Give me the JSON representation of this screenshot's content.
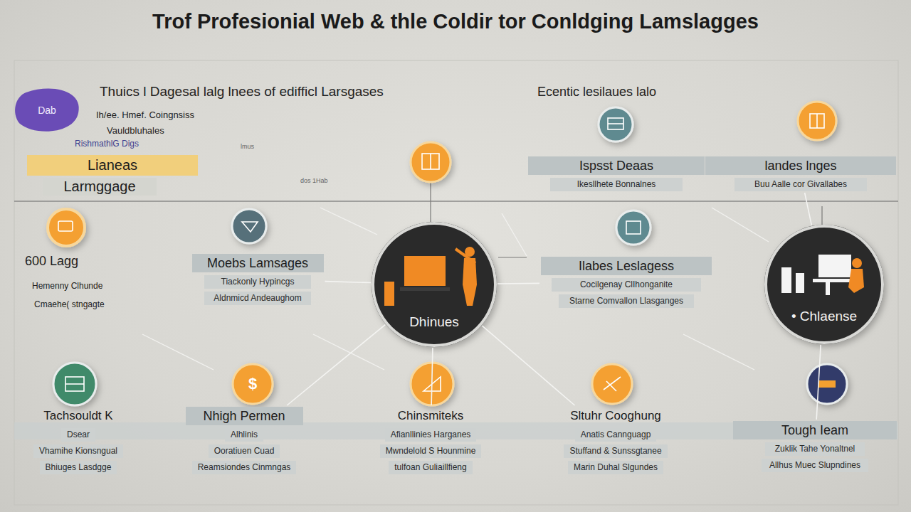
{
  "diagram": {
    "title": "Trof Profesionial Web & thle Coldir tor Conldging Lamslagges",
    "nodes": [
      {
        "text": [
          "Dab"
        ]
      },
      {
        "text": [
          "Lianeas"
        ]
      },
      {
        "text": [
          "Larmggage"
        ]
      },
      {
        "text": [
          "Ispsst Deaas",
          "Ikesllhete Bonnalnes"
        ]
      },
      {
        "text": [
          "landes lnges",
          "Buu Aalle cor Givallabes"
        ]
      },
      {
        "text": [
          "Moebs Lamsages",
          "Tiackonly Hypincgs",
          "Aldnmicd Andeaughom"
        ]
      },
      {
        "text": [
          "Dhinues"
        ]
      },
      {
        "text": [
          "Ilabes Leslagess",
          "Cocilgenay ClIhonganite",
          "Starne Comvallon Llasganges"
        ]
      },
      {
        "text": [
          "• Chlaense"
        ]
      },
      {
        "text": [
          "Tachsouldt K",
          "Dsear",
          "Vhamihe Kionsngual",
          "Bhiuges Lasdgge"
        ]
      },
      {
        "text": [
          "Nhigh Permen",
          "Alhlinis",
          "Ooratiuen Cuad",
          "Reamsiondes Cinmngas"
        ]
      },
      {
        "text": [
          "Chinsmiteks",
          "Afianllinies Harganes",
          "Mwndelold S Hounmine",
          "tulfoan Guliaillfieng"
        ]
      },
      {
        "text": [
          "Sltuhr Cooghung",
          "Anatis Cannguagp",
          "Stuffand & Sunssgtanee",
          "Marin Duhal Slgundes"
        ]
      },
      {
        "text": [
          "Tough Ieam",
          "Zuklik Tahe Yonaltnel",
          "Allhus Muec Slupndines"
        ]
      }
    ],
    "edges": [
      {
        "from": 6,
        "to": 5,
        "arrow": "none"
      },
      {
        "from": 6,
        "to": 7,
        "arrow": "none"
      },
      {
        "from": 6,
        "to": 10,
        "arrow": "none"
      },
      {
        "from": 6,
        "to": 11,
        "arrow": "none"
      },
      {
        "from": 6,
        "to": 12,
        "arrow": "none"
      },
      {
        "from": 8,
        "to": 4,
        "arrow": "none"
      },
      {
        "from": 8,
        "to": 13,
        "arrow": "none"
      }
    ],
    "labels": [
      "Thuics l Dagesal lalg lnees of edifficl Larsgases",
      "Ih/ee. Hmef. Coingnsiss",
      "Vauldbluhales",
      "RishmathlG Digs",
      "Ecentic lesilaues lalo",
      "600 Lagg",
      "Hemenny Clhunde",
      "Cmaehe( stngagte",
      "lmus",
      "dos 1Hab",
      "$"
    ]
  }
}
